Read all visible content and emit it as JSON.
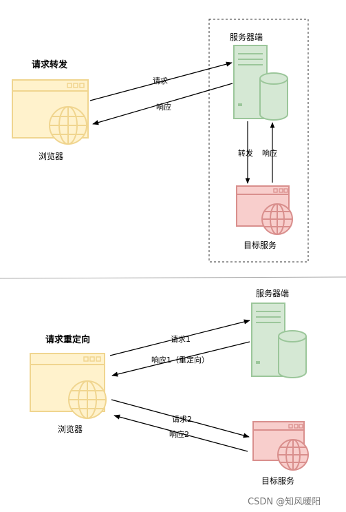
{
  "forward": {
    "title": "请求转发",
    "browser_label": "浏览器",
    "server_label": "服务器端",
    "target_label": "目标服务",
    "request_label": "请求",
    "response_label": "响应",
    "internal_forward_label": "转发",
    "internal_response_label": "响应"
  },
  "redirect": {
    "title": "请求重定向",
    "browser_label": "浏览器",
    "server_label": "服务器端",
    "target_label": "目标服务",
    "request1_label": "请求1",
    "response1_label": "响应1（重定向）",
    "request2_label": "请求2",
    "response2_label": "响应2"
  },
  "watermark": "CSDN @知风暖阳",
  "colors": {
    "browser_fill": "#fff2cc",
    "browser_stroke": "#f5d98a",
    "server_fill": "#d5e8d4",
    "server_stroke": "#9bc69a",
    "target_fill": "#f8cecc",
    "target_stroke": "#d98f8d",
    "arrow": "#000000"
  },
  "icons": {
    "browser": "browser-window-icon",
    "globe": "globe-icon",
    "server": "server-tower-icon",
    "database": "database-cylinder-icon"
  }
}
